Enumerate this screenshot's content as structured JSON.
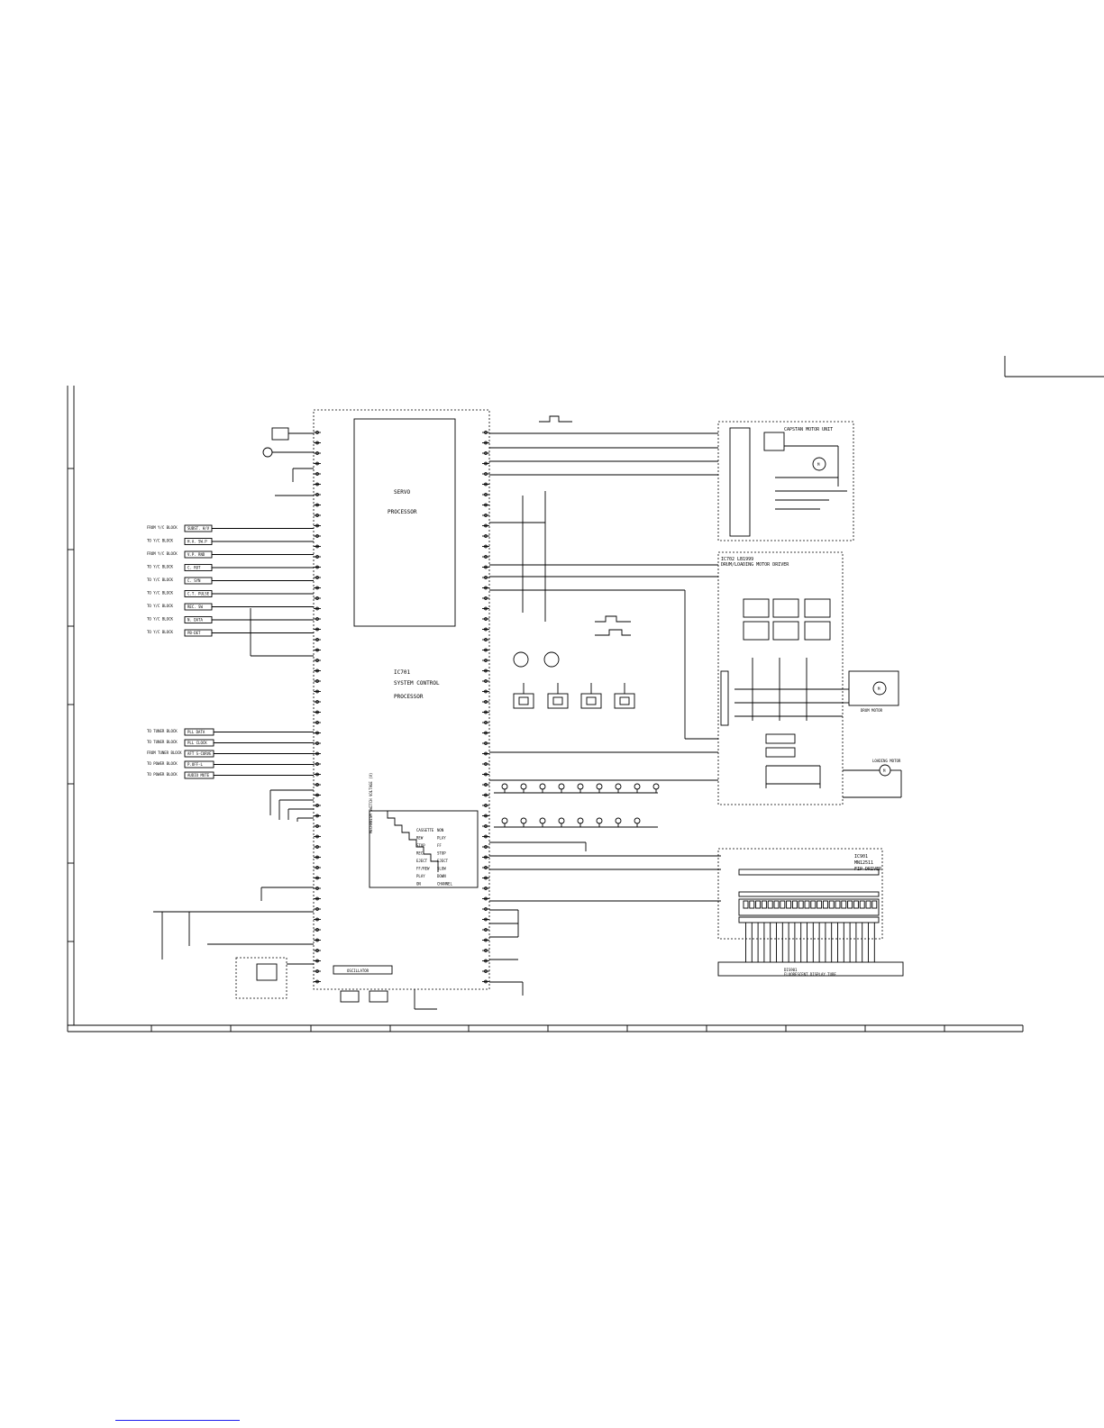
{
  "servo_block": {
    "title": "SERVO",
    "subtitle": "PROCESSOR"
  },
  "system_block": {
    "ref": "IC701",
    "title": "SYSTEM CONTROL",
    "subtitle": "PROCESSOR"
  },
  "capstan_unit": {
    "title": "CAPSTAN MOTOR UNIT"
  },
  "drum_driver": {
    "ref": "IC702 LB1999",
    "title": "DRUM/LOADING MOTOR DRIVER",
    "motor_label": "DRUM MOTOR"
  },
  "loading_motor": {
    "label": "LOADING MOTOR"
  },
  "fip_driver": {
    "ref": "IC901",
    "part": "MN12511",
    "title": "FIP DRIVER"
  },
  "fip_display": {
    "ref": "DIS901",
    "title": "FLUORESCENT DISPLAY TUBE"
  },
  "oscillator": {
    "label": "OSCILLATOR"
  },
  "left_inputs": [
    {
      "source": "FROM Y/C BLOCK",
      "signal": "SUBST. H/V"
    },
    {
      "source": "TO Y/C BLOCK",
      "signal": "H.A. SW.P"
    },
    {
      "source": "FROM Y/C BLOCK",
      "signal": "V.P. RND"
    },
    {
      "source": "TO Y/C BLOCK",
      "signal": "C. ROT"
    },
    {
      "source": "TO Y/C BLOCK",
      "signal": "C. SYN"
    },
    {
      "source": "TO Y/C BLOCK",
      "signal": "C.T. PULSE"
    },
    {
      "source": "TO Y/C BLOCK",
      "signal": "REC. SW"
    },
    {
      "source": "TO Y/C BLOCK",
      "signal": "N. DATA"
    },
    {
      "source": "TO Y/C BLOCK",
      "signal": "PB-DET"
    }
  ],
  "tuner_inputs": [
    {
      "source": "TO TUNER BLOCK",
      "signal": "PLL DATA"
    },
    {
      "source": "TO TUNER BLOCK",
      "signal": "PLL CLOCK"
    },
    {
      "source": "FROM TUNER BLOCK",
      "signal": "AFT S-CURVE"
    },
    {
      "source": "TO POWER BLOCK",
      "signal": "P.OFF-L"
    },
    {
      "source": "TO POWER BLOCK",
      "signal": "AUDIO MUTE"
    }
  ],
  "mode_table": {
    "rows": [
      {
        "mode": "CASSETTE",
        "pin": "NON"
      },
      {
        "mode": "REW",
        "pin": "PLAY"
      },
      {
        "mode": "STOP",
        "pin": "FF"
      },
      {
        "mode": "REC",
        "pin": "STOP"
      },
      {
        "mode": "EJECT",
        "pin": "EJECT"
      },
      {
        "mode": "FF/REW",
        "pin": "SLOW"
      },
      {
        "mode": "PLAY",
        "pin": "DOWN"
      },
      {
        "mode": "ON",
        "pin": "CHANNEL"
      }
    ],
    "axis": "MECHANISM SWITCH VOLTAGE (V)"
  },
  "colors": {
    "ink": "#000000",
    "paper": "#ffffff",
    "link": "#1a1aee"
  }
}
